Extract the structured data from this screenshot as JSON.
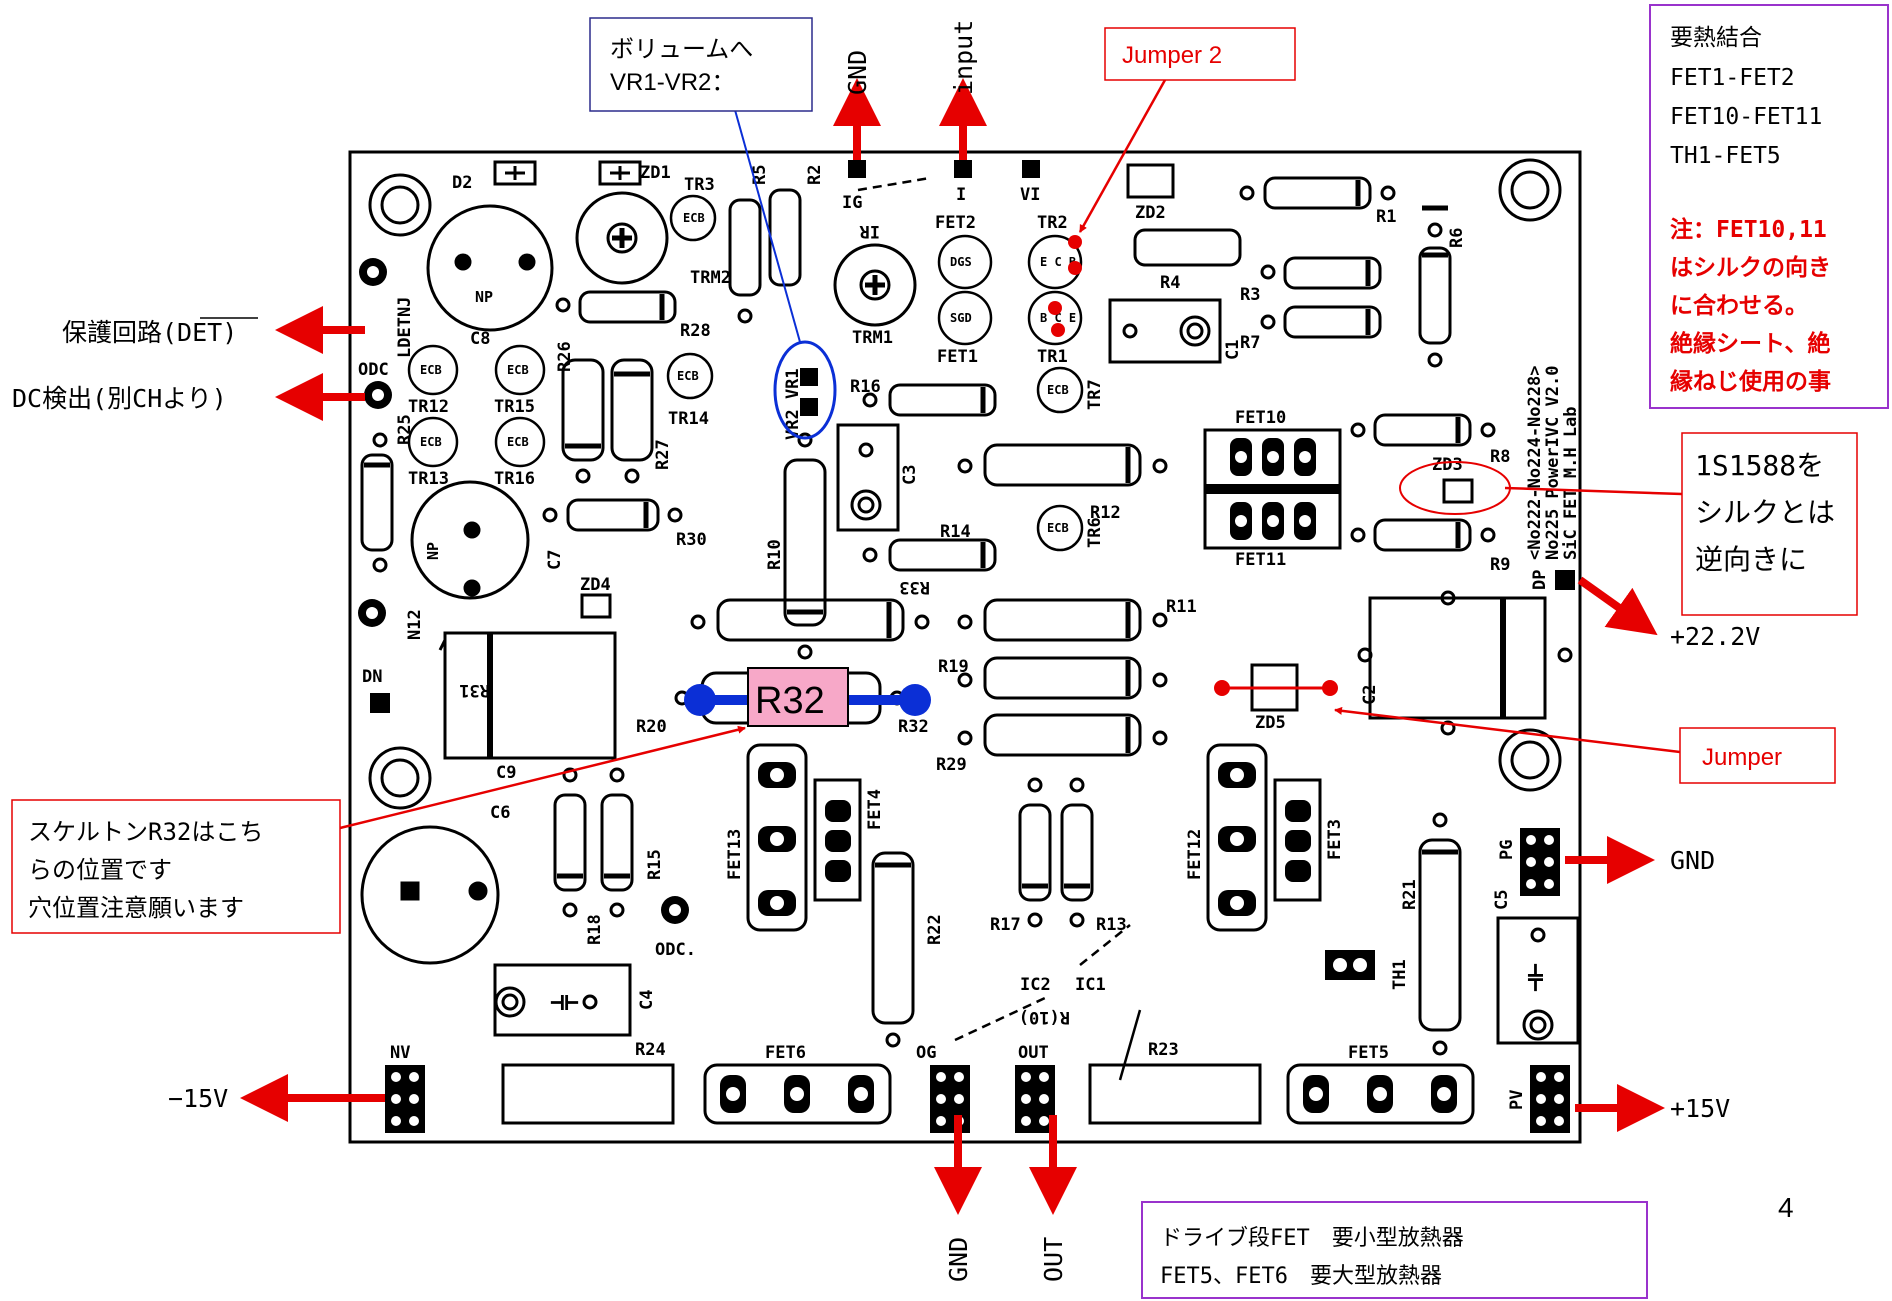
{
  "page_number": "4",
  "board_silk": {
    "title_line1": "<No222-No224-No228>",
    "title_line2": "No225 PowerIVC V2.0",
    "title_line3": "SiC FET M.H Lab"
  },
  "components": {
    "D2": "D2",
    "ZD1": "ZD1",
    "TR3": "TR3",
    "R5": "R5",
    "R2": "R2",
    "IG": "IG",
    "I": "I",
    "VI": "VI",
    "IR": "IR",
    "FET2": "FET2",
    "TR2": "TR2",
    "ZD2": "ZD2",
    "R1": "R1",
    "R6": "R6",
    "R4": "R4",
    "R3": "R3",
    "R7": "R7",
    "C1": "C1",
    "TR1": "TR1",
    "FET1": "FET1",
    "TRM1": "TRM1",
    "TRM2": "TRM2",
    "R28": "R28",
    "C8": "C8",
    "LDETNJ": "LDETNJ",
    "ODC": "ODC",
    "R26": "R26",
    "TR12": "TR12",
    "TR15": "TR15",
    "TR14": "TR14",
    "R25": "R25",
    "TR13": "TR13",
    "TR16": "TR16",
    "R27": "R27",
    "VR2VR1": "VR2 VR1",
    "R16": "R16",
    "TR7": "TR7",
    "C3": "C3",
    "R12": "R12",
    "FET10": "FET10",
    "FET11": "FET11",
    "ZD3": "ZD3",
    "R8": "R8",
    "R9": "R9",
    "R30": "R30",
    "C7": "C7",
    "R10": "R10",
    "R14": "R14",
    "R33": "R33",
    "TR6": "TR6",
    "DP": "DP",
    "ZD4": "ZD4",
    "N12": "N12",
    "R11": "R11",
    "R19": "R19",
    "R20": "R20",
    "R31": "R31",
    "DN": "DN",
    "C2": "C2",
    "ZD5": "ZD5",
    "R29": "R29",
    "C9": "C9",
    "C6": "C6",
    "FET13": "FET13",
    "FET4": "FET4",
    "FET12": "FET12",
    "FET3": "FET3",
    "R15": "R15",
    "R18": "R18",
    "ODC2": "ODC.",
    "R22": "R22",
    "R17": "R17",
    "R13": "R13",
    "R21": "R21",
    "PG": "PG",
    "C5": "C5",
    "TH1": "TH1",
    "IC2": "IC2",
    "IC1": "IC1",
    "R10b": "R(10)",
    "C4": "C4",
    "NV": "NV",
    "R24": "R24",
    "FET6": "FET6",
    "OG": "OG",
    "OUT": "OUT",
    "R23": "R23",
    "FET5": "FET5",
    "PV": "PV",
    "NP": "NP",
    "R32silk": "R32"
  },
  "callouts": {
    "volume": {
      "line1": "ボリュームへ",
      "line2": "VR1-VR2："
    },
    "jumper2": "Jumper  2",
    "jumper": "Jumper",
    "heat": {
      "line1": "要熱結合",
      "line2": "FET1-FET2",
      "line3": "FET10-FET11",
      "line4": "TH1-FET5",
      "note1": "注：FET10,11",
      "note2": "はシルクの向き",
      "note3": "に合わせる。",
      "note4": "絶縁シート、絶",
      "note5": "縁ねじ使用の事"
    },
    "diode": {
      "line1": "1S1588を",
      "line2": "シルクとは",
      "line3": "逆向きに"
    },
    "skeleton": {
      "line1": "スケルトンR32はこち",
      "line2": "らの位置です",
      "line3": "穴位置注意願います"
    },
    "heatsink": {
      "line1": "ドライブ段FET　要小型放熱器",
      "line2": "FET5、FET6　要大型放熱器"
    },
    "r32": "R32"
  },
  "terminals": {
    "gnd_top": "GND",
    "input_top": "input",
    "protect": "保護回路(DET)",
    "dc_detect": "DC検出(別CHより)",
    "v22": "+22.2V",
    "gnd_right": "GND",
    "v15p": "+15V",
    "v15n": "−15V",
    "gnd_bottom": "GND",
    "out_bottom": "OUT"
  },
  "colors": {
    "arrow": "#e60000",
    "jumper_dot": "#e60000",
    "wire": "#0b2fd6",
    "callout_blue": "#2b2b8c",
    "callout_purple": "#9933cc",
    "r32_fill": "#f7a8c8"
  }
}
